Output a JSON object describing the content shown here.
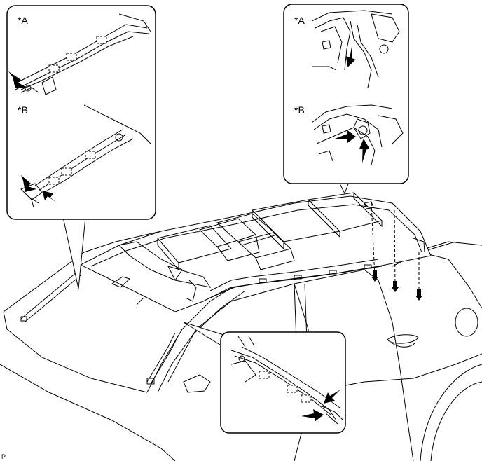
{
  "panels": {
    "top_left": {
      "label_a": "*A",
      "label_b": "*B"
    },
    "top_right": {
      "label_a": "*A",
      "label_b": "*B"
    }
  },
  "footer": {
    "code": "P"
  }
}
